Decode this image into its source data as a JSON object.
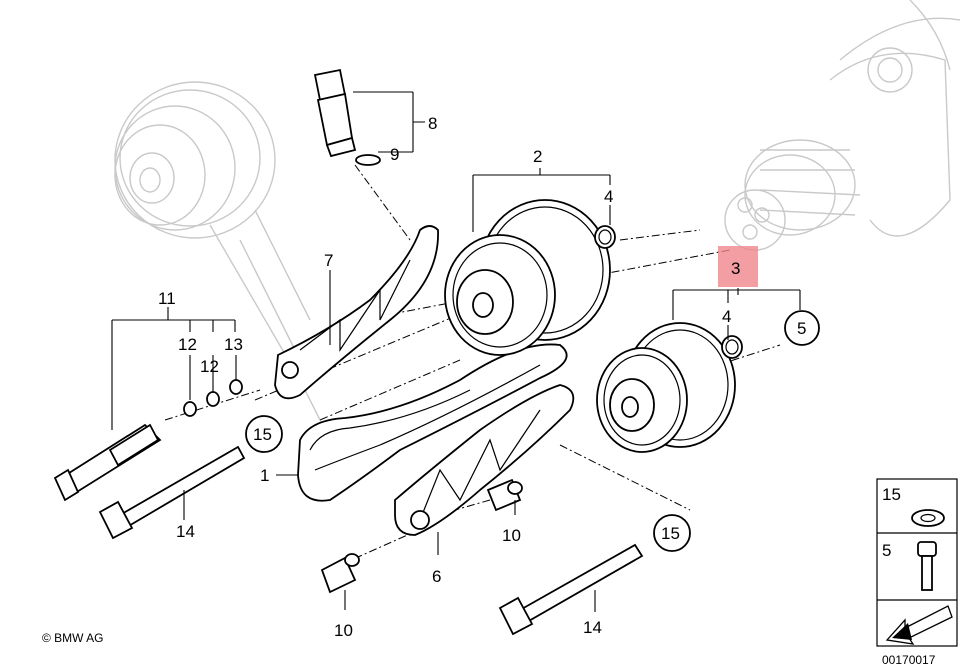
{
  "callouts": {
    "c1": "1",
    "c2": "2",
    "c3": "3",
    "c4a": "4",
    "c4b": "4",
    "c5": "5",
    "c6": "6",
    "c7": "7",
    "c8": "8",
    "c9": "9",
    "c10a": "10",
    "c10b": "10",
    "c11": "11",
    "c12a": "12",
    "c12b": "12",
    "c13": "13",
    "c14a": "14",
    "c14b": "14",
    "c15a": "15",
    "c15b": "15"
  },
  "inset": {
    "label_top": "15",
    "label_bottom": "5"
  },
  "copyright": "© BMW AG",
  "diagram_number": "00170017",
  "colors": {
    "highlight": "#f0868b",
    "line": "#000000",
    "ghost": "#c9c9c9"
  }
}
